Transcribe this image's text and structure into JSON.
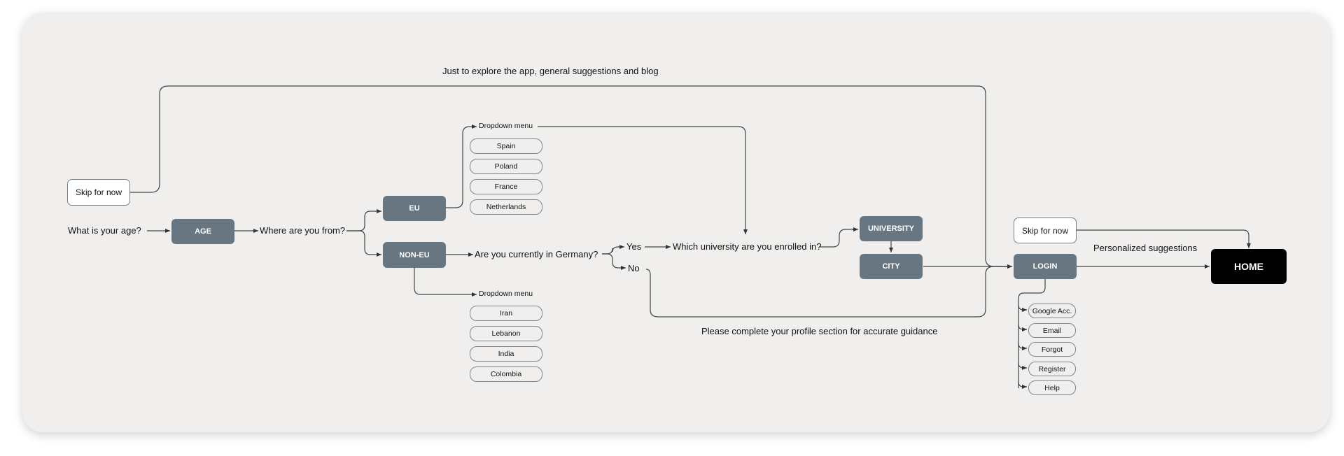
{
  "flow": {
    "top_caption": "Just to explore the app, general suggestions and blog",
    "skip_left": "Skip for now",
    "age_question": "What is your age?",
    "age_node": "AGE",
    "origin_question": "Where are you from?",
    "eu_node": "EU",
    "non_eu_node": "NON-EU",
    "eu_dropdown_label": "Dropdown menu",
    "eu_countries": [
      "Spain",
      "Poland",
      "France",
      "Netherlands"
    ],
    "non_eu_dropdown_label": "Dropdown menu",
    "non_eu_countries": [
      "Iran",
      "Lebanon",
      "India",
      "Colombia"
    ],
    "germany_question": "Are you currently in Germany?",
    "yes_label": "Yes",
    "no_label": "No",
    "university_question": "Which university are you enrolled in?",
    "university_node": "UNIVERSITY",
    "city_node": "CITY",
    "profile_caption": "Please complete your profile section for accurate guidance",
    "skip_right": "Skip for now",
    "login_node": "LOGIN",
    "personalized_caption": "Personalized suggestions",
    "home_node": "HOME",
    "login_options": [
      "Google Acc.",
      "Email",
      "Forgot",
      "Register",
      "Help"
    ]
  },
  "colors": {
    "card_background": "#f0efed",
    "node_fill": "#677681",
    "home_fill": "#000000",
    "line": "#444444"
  }
}
